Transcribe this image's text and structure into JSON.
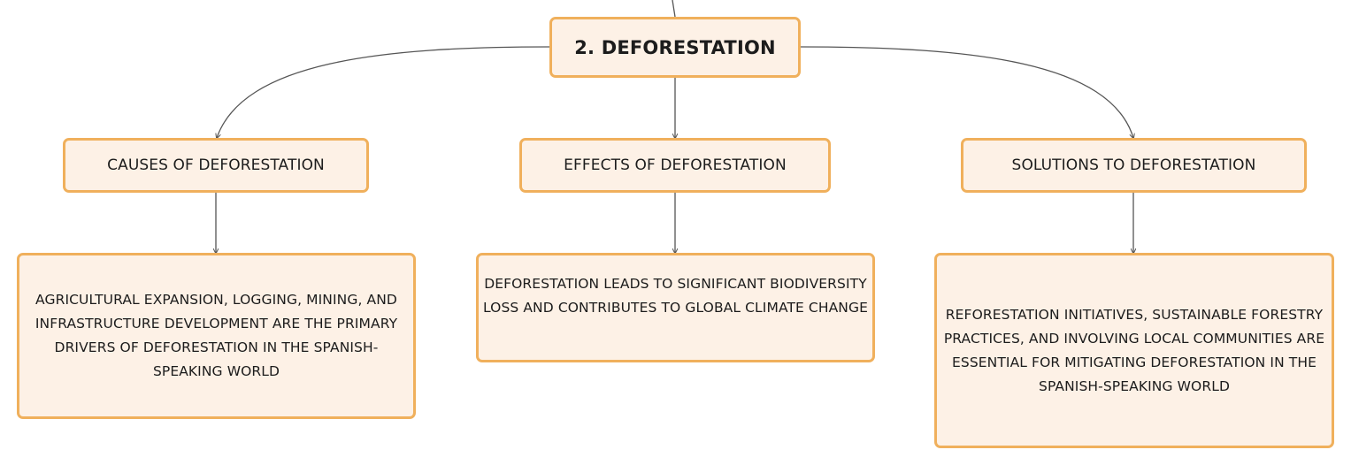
{
  "root": {
    "label": "2. DEFORESTATION"
  },
  "branches": [
    {
      "label": "CAUSES OF DEFORESTATION",
      "detail": "AGRICULTURAL EXPANSION, LOGGING, MINING, AND INFRASTRUCTURE DEVELOPMENT ARE THE PRIMARY DRIVERS OF DEFORESTATION IN THE SPANISH-SPEAKING WORLD"
    },
    {
      "label": "EFFECTS OF DEFORESTATION",
      "detail": "DEFORESTATION LEADS TO SIGNIFICANT BIODIVERSITY LOSS AND CONTRIBUTES TO GLOBAL CLIMATE CHANGE"
    },
    {
      "label": "SOLUTIONS TO DEFORESTATION",
      "detail": "REFORESTATION INITIATIVES, SUSTAINABLE FORESTRY PRACTICES, AND INVOLVING LOCAL COMMUNITIES ARE ESSENTIAL FOR MITIGATING DEFORESTATION IN THE SPANISH-SPEAKING WORLD"
    }
  ],
  "colors": {
    "node_fill": "#fdf1e6",
    "node_border": "#f0b05c",
    "connector": "#555555",
    "text": "#1c1c1c"
  }
}
